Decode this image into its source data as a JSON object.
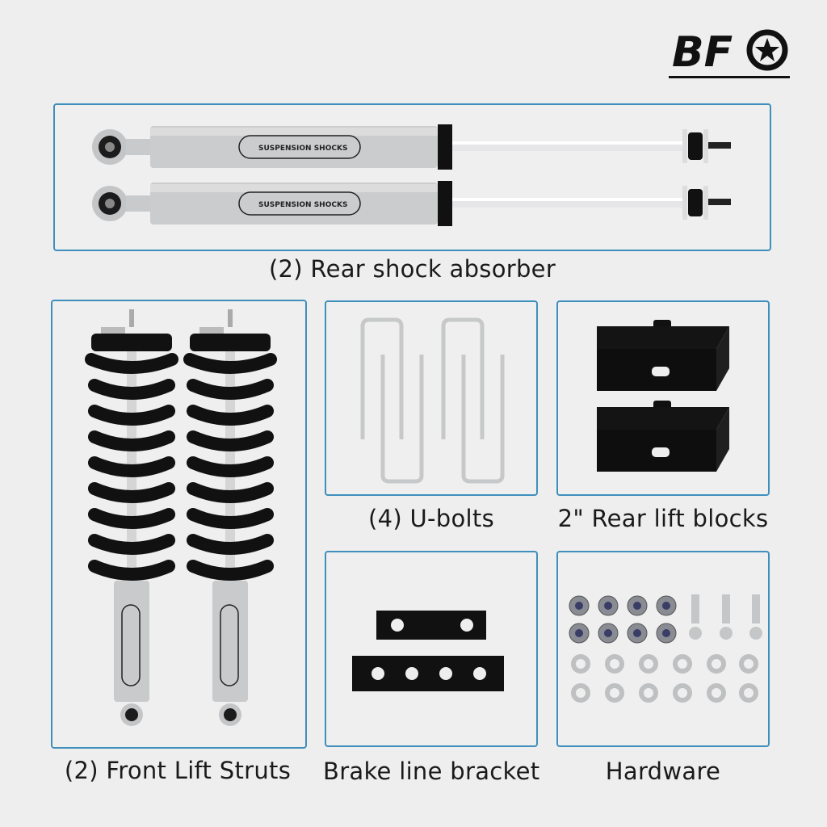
{
  "brand": {
    "logo_text": "BFO",
    "shock_label": "SUSPENSION SHOCKS"
  },
  "panels": {
    "rear_shocks": {
      "caption": "(2) Rear shock absorber"
    },
    "front_struts": {
      "caption": "(2)  Front Lift Struts"
    },
    "u_bolts": {
      "caption": "(4) U-bolts"
    },
    "lift_blocks": {
      "caption": "2\" Rear lift blocks"
    },
    "brake_bracket": {
      "caption": "Brake line bracket"
    },
    "hardware": {
      "caption": "Hardware"
    }
  },
  "colors": {
    "panel_border": "#3f8fbd",
    "background": "#eeeeee",
    "shock_body": "#c8c9cb",
    "black_parts": "#111111"
  }
}
